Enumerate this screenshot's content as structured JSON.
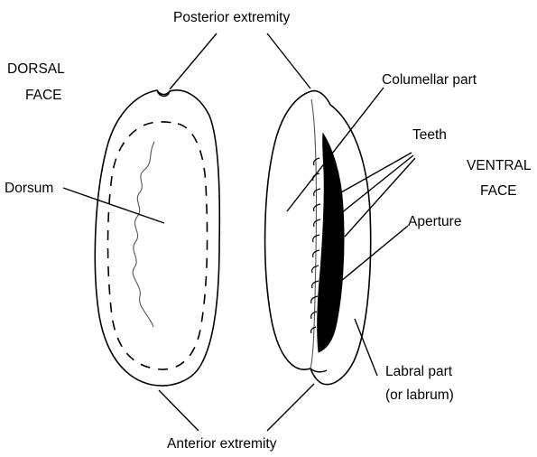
{
  "labels": {
    "posterior": "Posterior extremity",
    "dorsal_face_line1": "DORSAL",
    "dorsal_face_line2": "FACE",
    "dorsum": "Dorsum",
    "columellar": "Columellar part",
    "teeth": "Teeth",
    "ventral_face_line1": "VENTRAL",
    "ventral_face_line2": "FACE",
    "aperture": "Aperture",
    "labral_line1": "Labral part",
    "labral_line2": "(or labrum)",
    "anterior": "Anterior extremity"
  },
  "colors": {
    "ink": "#000000",
    "background": "#ffffff",
    "dorsal_line": "#555555"
  }
}
